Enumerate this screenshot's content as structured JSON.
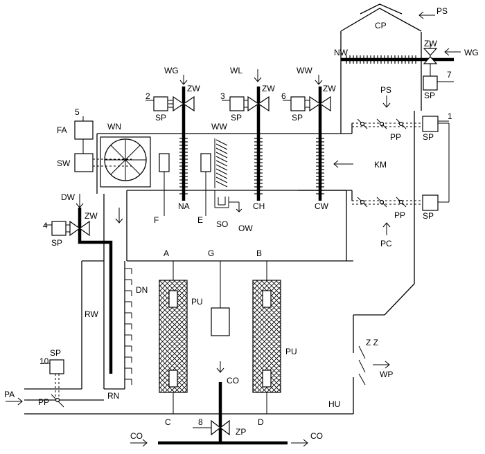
{
  "labels": {
    "cp": "CP",
    "ps_top": "PS",
    "zw_top": "ZW",
    "wg_top_right": "WG",
    "nw": "NW",
    "num7": "7",
    "sp7": "SP",
    "ps_mid": "PS",
    "num1": "1",
    "sp1": "SP",
    "pp_upper": "PP",
    "km": "KM",
    "pp_lower": "PP",
    "sp_lower_right": "SP",
    "pc": "PC",
    "wg_valve": "WG",
    "zw_na": "ZW",
    "num2": "2",
    "sp2": "SP",
    "wl_valve": "WL",
    "zw_ch": "ZW",
    "num3": "3",
    "sp3": "SP",
    "ww_valve": "WW",
    "zw_cw": "ZW",
    "num6": "6",
    "sp6": "SP",
    "num5": "5",
    "fa": "FA",
    "wn": "WN",
    "ww_mid": "WW",
    "sw": "SW",
    "dw": "DW",
    "zw_dw": "ZW",
    "num4": "4",
    "sp4": "SP",
    "f": "F",
    "e": "E",
    "na": "NA",
    "so": "SO",
    "ow": "OW",
    "ch": "CH",
    "cw": "CW",
    "a": "A",
    "g": "G",
    "b": "B",
    "dn": "DN",
    "rw": "RW",
    "pu_left": "PU",
    "pu_right": "PU",
    "sp10": "SP",
    "num10": "10",
    "pa": "PA",
    "pp_left": "PP",
    "rn": "RN",
    "co_center": "CO",
    "zz": "Z Z",
    "wp": "WP",
    "hu": "HU",
    "c": "C",
    "d": "D",
    "num8": "8",
    "zp": "ZP",
    "co_left": "CO",
    "co_right": "CO"
  }
}
